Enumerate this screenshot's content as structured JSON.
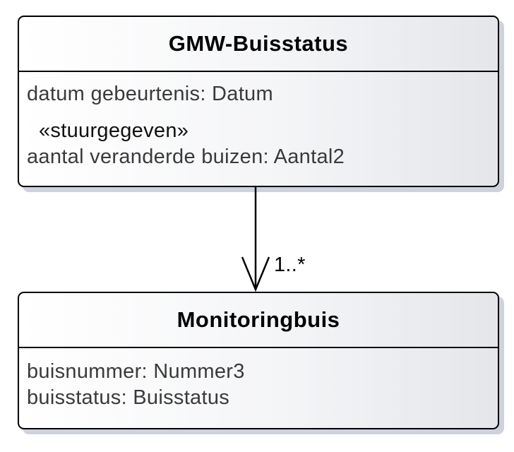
{
  "diagram_type": "uml-class-diagram",
  "colors": {
    "box_border": "#000000",
    "box_fill_left": "#ffffff",
    "box_fill_right": "#e4e6ea",
    "box_shadow": "#ced2dd",
    "title_text": "#000000",
    "attribute_text": "#3a3a3a",
    "connector": "#000000"
  },
  "classes": [
    {
      "name": "GMW-Buisstatus",
      "attributes": [
        "datum gebeurtenis: Datum",
        "«stuurgegeven»",
        "aantal veranderde buizen: Aantal2"
      ]
    },
    {
      "name": "Monitoringbuis",
      "attributes": [
        "buisnummer: Nummer3",
        "buisstatus: Buisstatus"
      ]
    }
  ],
  "association": {
    "from": "GMW-Buisstatus",
    "to": "Monitoringbuis",
    "multiplicity": "1..*",
    "arrow_style": "open-arrowhead"
  }
}
